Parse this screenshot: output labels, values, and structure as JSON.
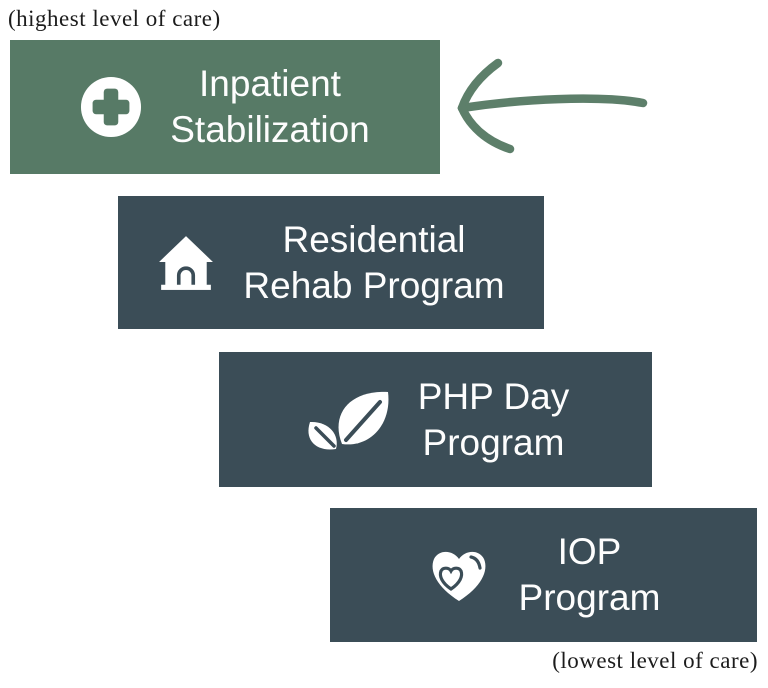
{
  "captions": {
    "top": "(highest level of care)",
    "bottom": "(lowest level of care)"
  },
  "levels": [
    {
      "id": "inpatient-stabilization",
      "label_lines": [
        "Inpatient",
        "Stabilization"
      ],
      "icon": "plus-circle-icon",
      "highlighted": true
    },
    {
      "id": "residential-rehab",
      "label_lines": [
        "Residential",
        "Rehab Program"
      ],
      "icon": "house-icon",
      "highlighted": false
    },
    {
      "id": "php-day-program",
      "label_lines": [
        "PHP Day",
        "Program"
      ],
      "icon": "leaf-icon",
      "highlighted": false
    },
    {
      "id": "iop-program",
      "label_lines": [
        "IOP",
        "Program"
      ],
      "icon": "heart-icon",
      "highlighted": false
    }
  ],
  "arrow": {
    "meaning": "points to highest level of care (Inpatient Stabilization)"
  },
  "colors": {
    "highlight_green": "#577a66",
    "slate": "#3b4d57",
    "arrow_green": "#5d7f6a",
    "label_text": "#fdfdfd",
    "caption_text": "#1c1c1c",
    "background": "#ffffff"
  }
}
